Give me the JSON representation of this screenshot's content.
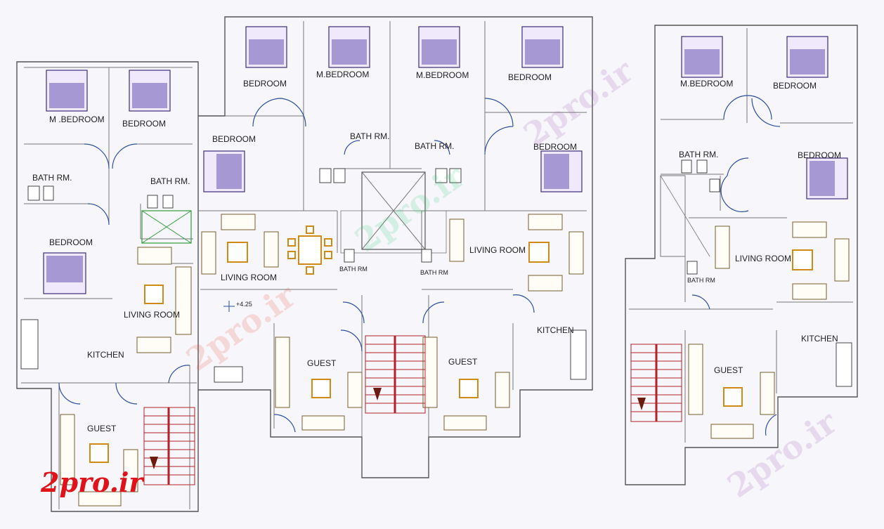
{
  "labels": {
    "left_mbedroom": "M .BEDROOM",
    "left_bedroom_top": "BEDROOM",
    "left_bath1": "BATH RM.",
    "left_bath2": "BATH RM.",
    "left_bedroom_mid": "BEDROOM",
    "left_living": "LIVING ROOM",
    "left_kitchen": "KITCHEN",
    "left_guest": "GUEST",
    "c_bedroom1": "BEDROOM",
    "c_mbedroom1": "M.BEDROOM",
    "c_mbedroom2": "M.BEDROOM",
    "c_bedroom2": "BEDROOM",
    "c_bedroom_l": "BEDROOM",
    "c_bath_l": "BATH RM.",
    "c_bath_r": "BATH RM.",
    "c_bedroom_r": "BEDROOM",
    "c_living_l": "LIVING ROOM",
    "c_living_r": "LIVING ROOM",
    "c_bath_small_l": "BATH RM",
    "c_bath_small_r": "BATH RM",
    "c_level": "+4.25",
    "c_guest_l": "GUEST",
    "c_guest_r": "GUEST",
    "c_kitchen": "KITCHEN",
    "r_mbedroom": "M.BEDROOM",
    "r_bedroom_top": "BEDROOM",
    "r_bath": "BATH RM.",
    "r_bedroom_mid": "BEDROOM",
    "r_living": "LIVING ROOM",
    "r_bath_small": "BATH RM",
    "r_kitchen": "KITCHEN",
    "r_guest": "GUEST"
  },
  "watermark": "2pro.ir",
  "logo": "2pro.ir",
  "colors": {
    "wall": "#555555",
    "door": "#2b4fa0",
    "furniture": "#d08a16",
    "bed": "#3d2c7a",
    "stairs": "#b2232a",
    "logo": "#e0131b"
  }
}
